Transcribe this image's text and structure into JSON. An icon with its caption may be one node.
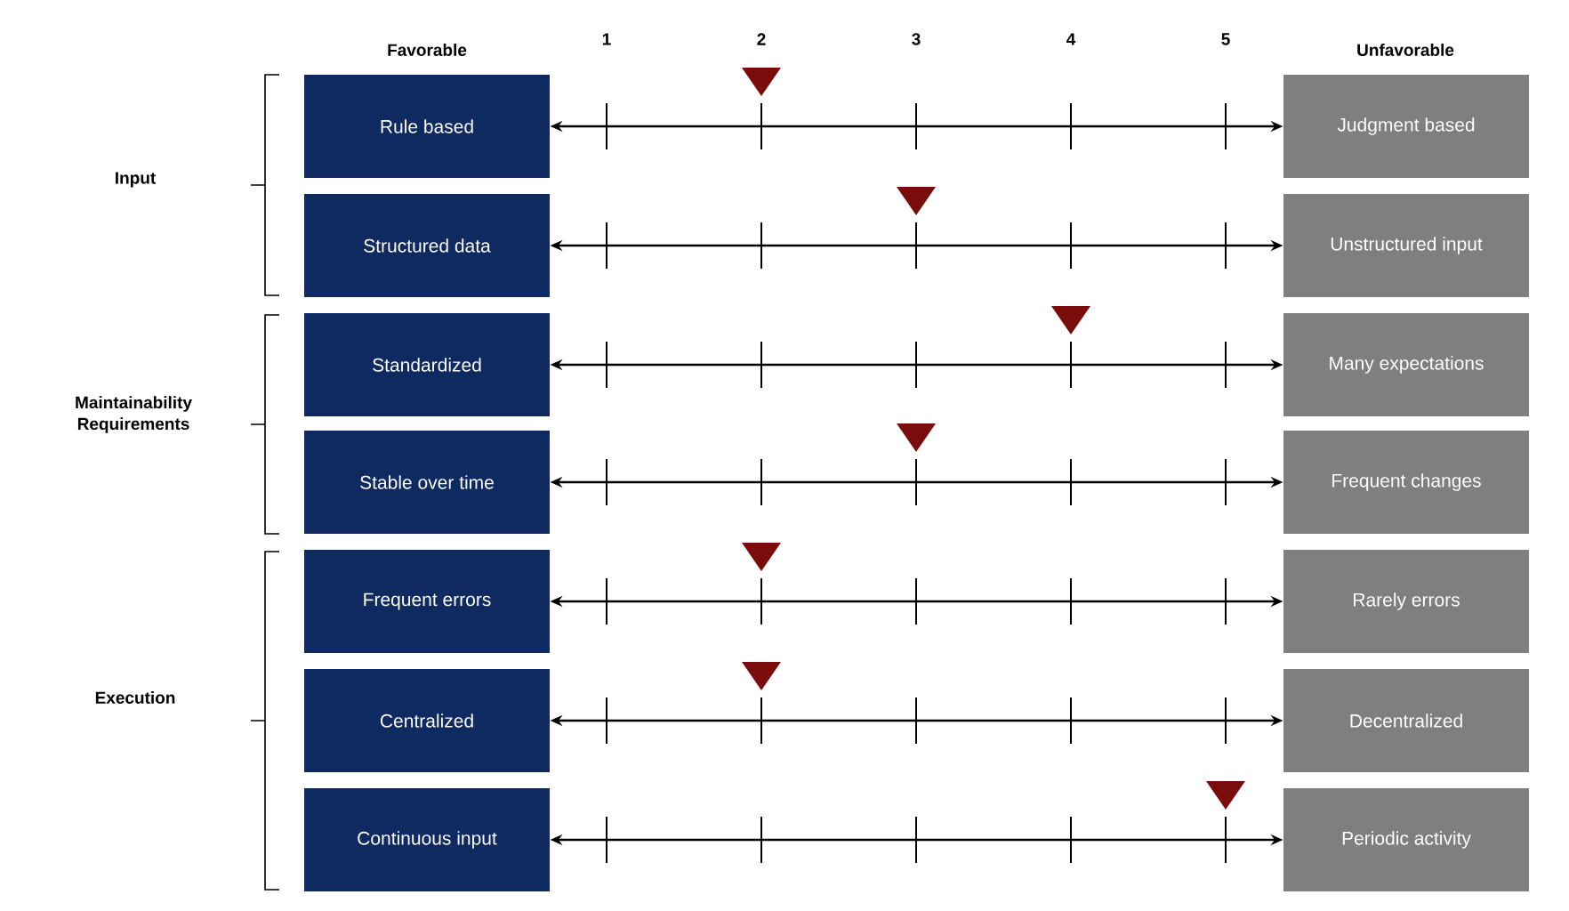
{
  "diagram": {
    "nodes": [
      {
        "text": [
          "Rule based"
        ]
      },
      {
        "text": [
          "Judgment based"
        ]
      },
      {
        "text": [
          "Structured data"
        ]
      },
      {
        "text": [
          "Unstructured input"
        ]
      },
      {
        "text": [
          "Standardized"
        ]
      },
      {
        "text": [
          "Many expectations"
        ]
      },
      {
        "text": [
          "Stable over time"
        ]
      },
      {
        "text": [
          "Frequent changes"
        ]
      },
      {
        "text": [
          "Frequent errors"
        ]
      },
      {
        "text": [
          "Rarely errors"
        ]
      },
      {
        "text": [
          "Centralized"
        ]
      },
      {
        "text": [
          "Decentralized"
        ]
      },
      {
        "text": [
          "Continuous input"
        ]
      },
      {
        "text": [
          "Periodic activity"
        ]
      }
    ],
    "edges": [
      {
        "from": 0,
        "to": 1,
        "arrow": "both"
      },
      {
        "from": 2,
        "to": 3,
        "arrow": "both"
      },
      {
        "from": 4,
        "to": 5,
        "arrow": "both"
      },
      {
        "from": 6,
        "to": 7,
        "arrow": "both"
      },
      {
        "from": 8,
        "to": 9,
        "arrow": "both"
      },
      {
        "from": 10,
        "to": 11,
        "arrow": "both"
      },
      {
        "from": 12,
        "to": 13,
        "arrow": "both"
      }
    ],
    "labels": [
      "Favorable",
      "1",
      "2",
      "3",
      "4",
      "5",
      "Unfavorable",
      "Input",
      "Maintainability Requirements",
      "Execution"
    ]
  }
}
